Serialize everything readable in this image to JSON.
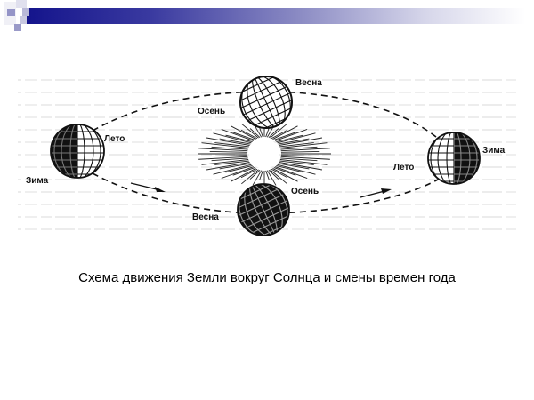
{
  "slide": {
    "header": {
      "bar_color_start": "#14148c",
      "bar_color_end": "#ffffff",
      "deco_square_dark": "#1a1a8a",
      "deco_square_light": "#b8b8d8"
    },
    "diagram": {
      "subject": "Earth orbit around the Sun",
      "orbit_style": "dashed-ellipse",
      "sun_icon": "sun-rays-icon",
      "labels": {
        "left_summer": "Лето",
        "left_winter": "Зима",
        "top_spring": "Весна",
        "top_autumn": "Осень",
        "bottom_autumn": "Осень",
        "bottom_spring": "Весна",
        "right_winter": "Зима",
        "right_summer": "Лето"
      },
      "globes": [
        {
          "position": "left",
          "shading": "left-half-dark"
        },
        {
          "position": "top",
          "shading": "light"
        },
        {
          "position": "bottom",
          "shading": "dark"
        },
        {
          "position": "right",
          "shading": "right-half-dark"
        }
      ]
    },
    "caption": "Схема движения Земли вокруг Солнца и смены времен года"
  }
}
